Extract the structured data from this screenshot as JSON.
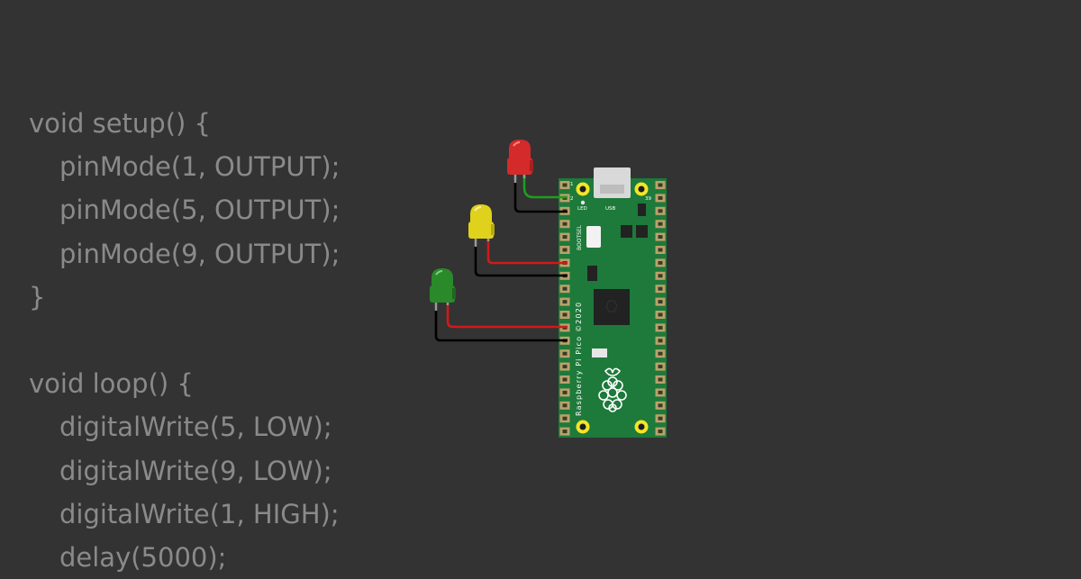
{
  "code": {
    "lines": [
      "void setup() {",
      "pinMode(1, OUTPUT);",
      "pinMode(5, OUTPUT);",
      "pinMode(9, OUTPUT);",
      "}",
      "",
      "void loop() {",
      "digitalWrite(5, LOW);",
      "digitalWrite(9, LOW);",
      "digitalWrite(1, HIGH);",
      "delay(5000);"
    ]
  },
  "board": {
    "name": "Raspberry Pi Pico ©2020",
    "bootsel_label": "BOOTSEL",
    "led_label": "LED",
    "usb_label": "USB",
    "pin1_label": "1",
    "pin2_label": "2",
    "pin39_label": "39",
    "color": "#1d7a3a"
  },
  "leds": [
    {
      "name": "red-led",
      "color": "#d42a2a"
    },
    {
      "name": "yellow-led",
      "color": "#e0d21c"
    },
    {
      "name": "green-led",
      "color": "#2a8a2a"
    }
  ],
  "wires": {
    "green": "#1aa01a",
    "red": "#d11a1a",
    "black": "#000000"
  }
}
